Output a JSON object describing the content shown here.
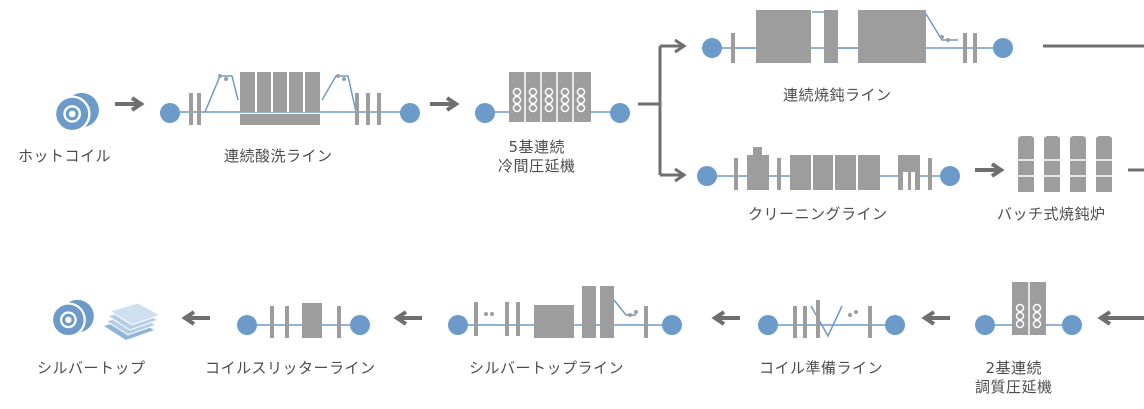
{
  "colors": {
    "roll": "#6c9bc9",
    "machine": "#9d9d9d",
    "arrow": "#6f6f6f",
    "line": "#6c9bc9",
    "text": "#4d4d4d"
  },
  "steps": {
    "hot_coil": "ホットコイル",
    "pickling": "連続酸洗ライン",
    "cold_mill_1": "5基連続",
    "cold_mill_2": "冷間圧延機",
    "continuous_annealing": "連続焼鈍ライン",
    "cleaning": "クリーニングライン",
    "batch_annealing": "バッチ式焼鈍炉",
    "temper_mill_1": "2基連続",
    "temper_mill_2": "調質圧延機",
    "coil_prep": "コイル準備ライン",
    "silver_top_line": "シルバートップライン",
    "coil_slitter": "コイルスリッターライン",
    "silver_top": "シルバートップ"
  },
  "icons": [
    "coil-icon",
    "roll-icon",
    "rolling-mill-icon",
    "furnace-icon",
    "sheet-stack-icon",
    "arrow-right-icon",
    "arrow-left-icon",
    "split-arrow-icon"
  ]
}
